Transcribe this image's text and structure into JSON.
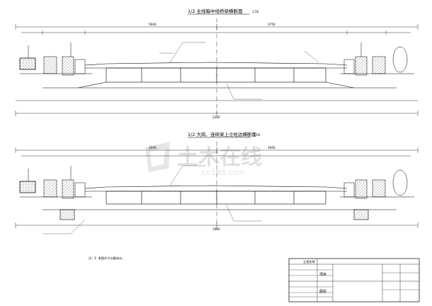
{
  "sections": [
    {
      "title": "1/2 主线箱中线桥梁横断面",
      "scale": "1:50",
      "dimensions": {
        "top_left": "5000",
        "top_right": "3750",
        "bottom_total": "2360"
      }
    },
    {
      "title": "1/2 大跨、连续梁上立柱边横断面",
      "scale": "1:50",
      "dimensions": {
        "top_left": "2000",
        "top_right": "3000",
        "bottom_total": "1900"
      }
    }
  ],
  "note": "注：1. 本图尺寸以厘米计。",
  "title_block": {
    "unit_label": "工程名称",
    "project": "",
    "drawing": "",
    "row_labels": [
      "",
      "",
      "",
      "",
      "",
      ""
    ],
    "project_label": "项目",
    "drawing_label": "图名",
    "number_label": "",
    "date_label": ""
  },
  "watermark": {
    "main": "土木在线",
    "sub": "co188.com"
  }
}
